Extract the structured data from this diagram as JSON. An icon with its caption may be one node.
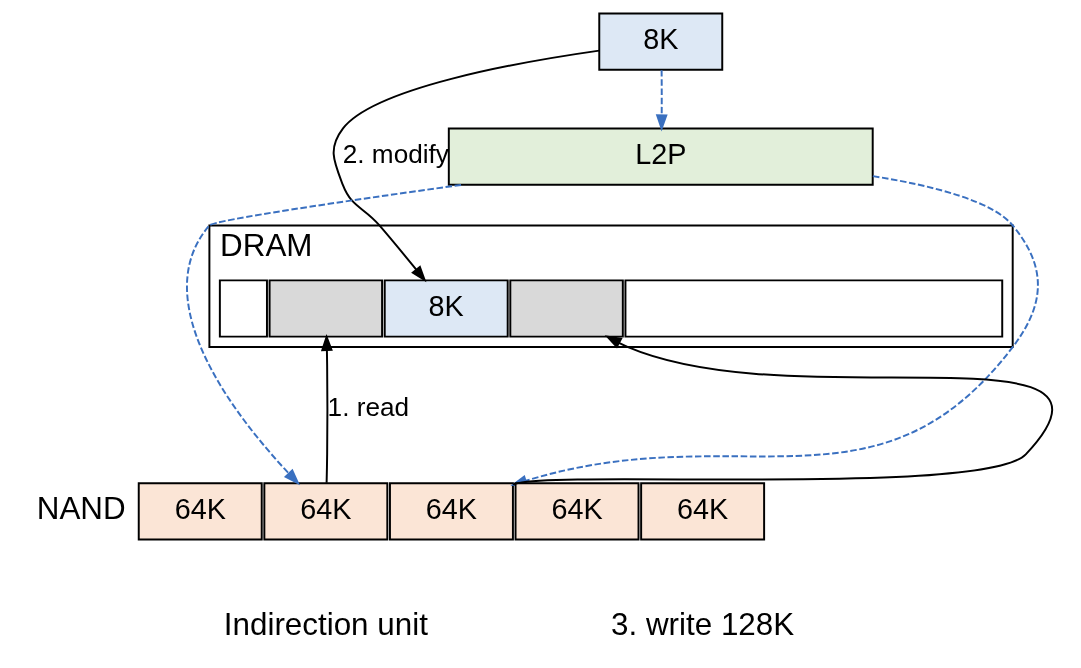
{
  "diagram": {
    "nodes": [
      {
        "text": [
          "8K"
        ]
      },
      {
        "text": [
          "L2P"
        ]
      },
      {
        "text": [
          "DRAM"
        ]
      },
      {
        "text": [],
        "shape": "box",
        "in": 2
      },
      {
        "text": [],
        "shape": "box",
        "in": 2
      },
      {
        "text": [
          "8K"
        ],
        "in": 2
      },
      {
        "text": [],
        "shape": "box",
        "in": 2
      },
      {
        "text": [],
        "shape": "box",
        "in": 2
      },
      {
        "text": [
          "64K"
        ]
      },
      {
        "text": [
          "64K"
        ]
      },
      {
        "text": [
          "64K"
        ]
      },
      {
        "text": [
          "64K"
        ]
      },
      {
        "text": [
          "64K"
        ]
      }
    ],
    "edges": [
      {
        "from": 0,
        "to": 1,
        "arrow": "to",
        "style": "dashed",
        "color": "#3a70c0"
      },
      {
        "from": 0,
        "to": 5,
        "arrow": "to",
        "label": "2. modify",
        "color": "#000000"
      },
      {
        "from": 9,
        "to": 4,
        "arrow": "to",
        "label": "1. read",
        "color": "#000000"
      },
      {
        "from": 10,
        "to": 6,
        "arrow": "to",
        "color": "#000000"
      },
      {
        "from": 1,
        "to": 9,
        "arrow": "to",
        "style": "dashed",
        "color": "#3a70c0"
      },
      {
        "from": 1,
        "to": 10,
        "arrow": "to",
        "style": "dashed",
        "color": "#3a70c0"
      }
    ],
    "labels": [
      "3. write 128K",
      "NAND",
      "Indirection unit"
    ]
  }
}
